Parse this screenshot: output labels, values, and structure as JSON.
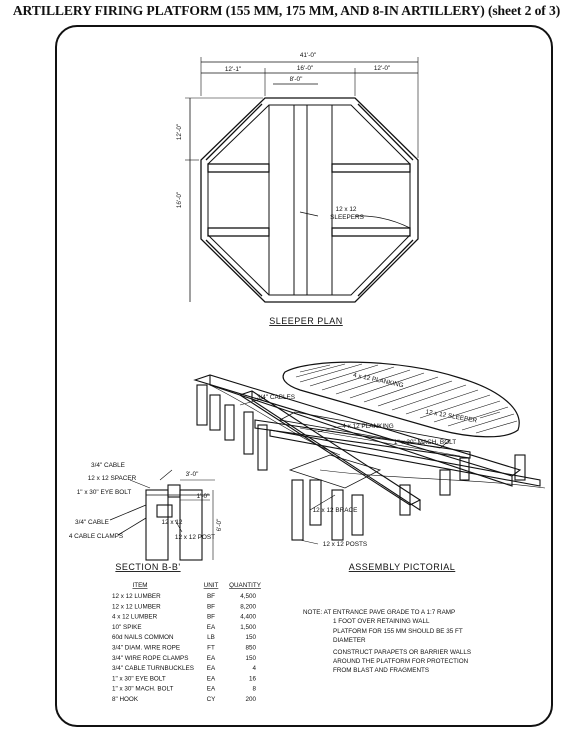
{
  "page": {
    "title": "ARTILLERY FIRING PLATFORM (155 MM, 175 MM, AND 8-IN ARTILLERY) (sheet 2 of 3)"
  },
  "sleeper_plan": {
    "caption": "SLEEPER PLAN",
    "dim_overall": "41'-0\"",
    "dim_left": "12'-1\"",
    "dim_center": "16'-0\"",
    "dim_right": "12'-0\"",
    "dim_top": "8'-0\"",
    "dim_side_upper": "12'-0\"",
    "dim_side_lower": "16'-0\"",
    "sleepers_label": "12 x 12",
    "sleepers_label2": "SLEEPERS"
  },
  "assembly": {
    "caption": "ASSEMBLY PICTORIAL",
    "planking_top": "4 x 12 PLANKING",
    "cables": "3/4\" CABLES",
    "sleeper": "12 x 12 SLEEPER",
    "planking": "4 x 12 PLANKING",
    "mach_bolt": "1\" x 30\" MACH. BOLT",
    "brace": "12 x 12 BRACE",
    "posts": "12 x 12 POSTS"
  },
  "section": {
    "caption": "SECTION B-B'",
    "cable_top": "3/4\" CABLE",
    "spacer": "12 x 12 SPACER",
    "eye_bolt": "1\" x 30\" EYE BOLT",
    "cable_left": "3/4\" CABLE",
    "cable_clamps": "4 CABLE CLAMPS",
    "dim_a": "3'-0\"",
    "dim_b": "1'-0\"",
    "dim_c": "6'-0\"",
    "member": "12 x 12",
    "post": "12 x 12 POST"
  },
  "table": {
    "headers": [
      "ITEM",
      "UNIT",
      "QUANTITY"
    ],
    "rows": [
      [
        "12 x 12 LUMBER",
        "BF",
        "4,500"
      ],
      [
        "12 x 12 LUMBER",
        "BF",
        "8,200"
      ],
      [
        "4 x 12 LUMBER",
        "BF",
        "4,400"
      ],
      [
        "10\" SPIKE",
        "EA",
        "1,500"
      ],
      [
        "60d NAILS COMMON",
        "LB",
        "150"
      ],
      [
        "3/4\" DIAM. WIRE ROPE",
        "FT",
        "850"
      ],
      [
        "3/4\" WIRE ROPE CLAMPS",
        "EA",
        "150"
      ],
      [
        "3/4\" CABLE TURNBUCKLES",
        "EA",
        "4"
      ],
      [
        "1\" x 30\" EYE BOLT",
        "EA",
        "16"
      ],
      [
        "1\" x 30\" MACH. BOLT",
        "EA",
        "8"
      ],
      [
        "8\" HOOK",
        "CY",
        "200"
      ]
    ]
  },
  "notes": {
    "line1": "NOTE: AT ENTRANCE PAVE GRADE TO A 1:7 RAMP",
    "line2": "1 FOOT OVER RETAINING WALL",
    "line3": "PLATFORM FOR 155 MM SHOULD BE 35 FT",
    "line4": "DIAMETER",
    "line5": "CONSTRUCT PARAPETS OR BARRIER WALLS",
    "line6": "AROUND THE PLATFORM FOR PROTECTION",
    "line7": "FROM BLAST AND FRAGMENTS"
  }
}
